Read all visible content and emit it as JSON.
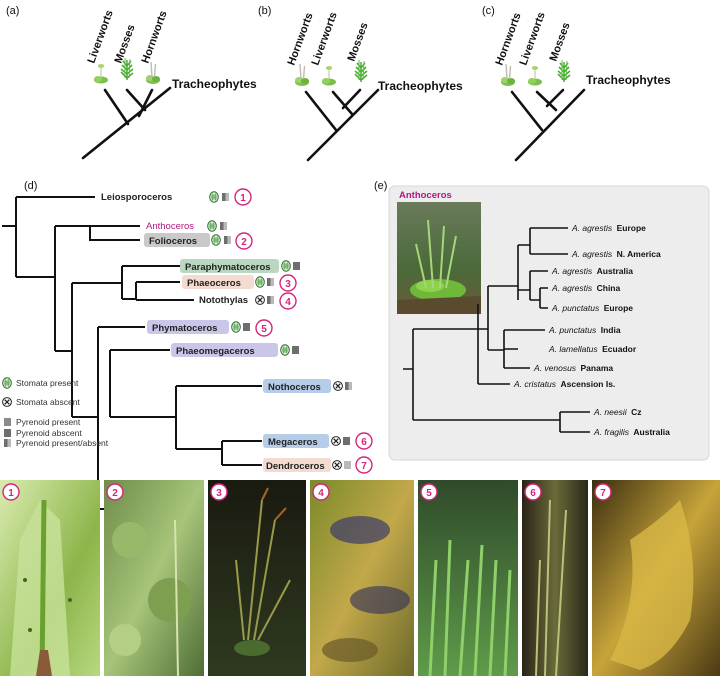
{
  "panels": {
    "a": {
      "label": "(a)",
      "taxa": [
        "Liverworts",
        "Mosses",
        "Hornworts"
      ],
      "outgroup": "Tracheophytes"
    },
    "b": {
      "label": "(b)",
      "taxa": [
        "Hornworts",
        "Liverworts",
        "Mosses"
      ],
      "outgroup": "Tracheophytes"
    },
    "c": {
      "label": "(c)",
      "taxa": [
        "Hornworts",
        "Liverworts",
        "Mosses"
      ],
      "outgroup": "Tracheophytes"
    },
    "d": {
      "label": "(d)",
      "taxa": [
        {
          "name": "Leiosporoceros",
          "num": "1"
        },
        {
          "name": "Anthoceros",
          "num": ""
        },
        {
          "name": "Folioceros",
          "num": "2"
        },
        {
          "name": "Paraphymatoceros",
          "num": ""
        },
        {
          "name": "Phaeoceros",
          "num": "3"
        },
        {
          "name": "Notothylas",
          "num": "4"
        },
        {
          "name": "Phymatoceros",
          "num": "5"
        },
        {
          "name": "Phaeomegaceros",
          "num": ""
        },
        {
          "name": "Nothoceros",
          "num": ""
        },
        {
          "name": "Megaceros",
          "num": "6"
        },
        {
          "name": "Dendroceros",
          "num": "7"
        }
      ],
      "legend": {
        "stomata_present": "Stomata present",
        "stomata_absent": "Stomata abscent",
        "pyrenoid_present": "Pyrenoid present",
        "pyrenoid_absent": "Pyrenoid abscent",
        "pyrenoid_both": "Pyrenoid present/absent"
      }
    },
    "e": {
      "label": "(e)",
      "photo_label": "Anthoceros",
      "taxa": [
        {
          "species": "A. agrestis",
          "loc": "Europe"
        },
        {
          "species": "A. agrestis",
          "loc": "N. America"
        },
        {
          "species": "A. agrestis",
          "loc": "Australia"
        },
        {
          "species": "A. agrestis",
          "loc": "China"
        },
        {
          "species": "A. punctatus",
          "loc": "Europe"
        },
        {
          "species": "A. punctatus",
          "loc": "India"
        },
        {
          "species": "A. lamellatus",
          "loc": "Ecuador"
        },
        {
          "species": "A. venosus",
          "loc": "Panama"
        },
        {
          "species": "A. cristatus",
          "loc": "Ascension Is."
        },
        {
          "species": "A. neesii",
          "loc": "Cz"
        },
        {
          "species": "A. fragilis",
          "loc": "Australia"
        }
      ]
    }
  },
  "photos": [
    "1",
    "2",
    "3",
    "4",
    "5",
    "6",
    "7"
  ],
  "colors": {
    "anthoceros": "#b0197e",
    "number_ring": "#d4267a",
    "box_gray": "#c9c9c9",
    "box_green": "#b9d8bf",
    "box_pink": "#f3dccf",
    "box_lilac": "#c9c6ea",
    "box_blue": "#b6cde9",
    "panel_e_bg": "#ededed"
  }
}
